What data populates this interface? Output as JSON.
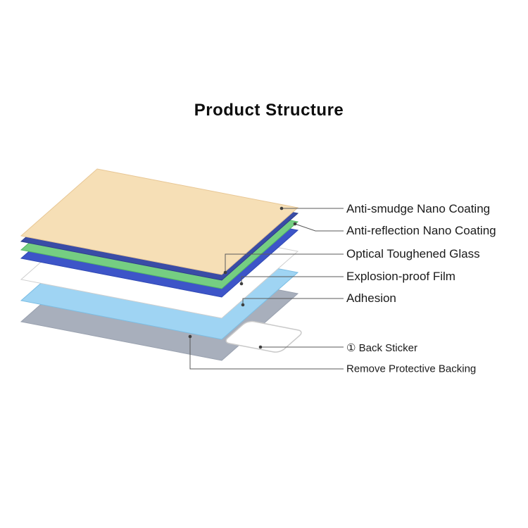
{
  "title": "Product Structure",
  "background": "#FFFFFF",
  "line_color": "#5A5A5A",
  "dot_color": "#3F3F3F",
  "labels": [
    {
      "text": "Anti-smudge Nano Coating"
    },
    {
      "text": "Anti-reflection Nano Coating"
    },
    {
      "text": "Optical Toughened Glass"
    },
    {
      "text": "Explosion-proof Film"
    },
    {
      "text": "Adhesion"
    },
    {
      "text": "① Back Sticker"
    },
    {
      "text": "Remove Protective Backing"
    }
  ],
  "layers": [
    {
      "name": "top-coated-glass-surface",
      "color": "#F6DFB6",
      "edge": "#E8C795"
    },
    {
      "name": "anti-smudge-nano-coating",
      "color": "#3A4CA6",
      "edge": "#2E3D8C"
    },
    {
      "name": "anti-reflection-nano-coating",
      "color": "#75CE82",
      "edge": "#54B864"
    },
    {
      "name": "optical-toughened-glass",
      "color": "#3D55C8",
      "edge": "#2F49B4"
    },
    {
      "name": "explosion-proof-film",
      "color": "#FFFFFF",
      "edge": "#CFCFCF"
    },
    {
      "name": "adhesion",
      "color": "#9FD4F3",
      "edge": "#7CBEE4"
    },
    {
      "name": "protective-backing",
      "color": "#A8AFBC",
      "edge": "#99A1AF"
    },
    {
      "name": "back-sticker",
      "color": "#FFFFFF",
      "edge": "#C9C9C9"
    }
  ]
}
